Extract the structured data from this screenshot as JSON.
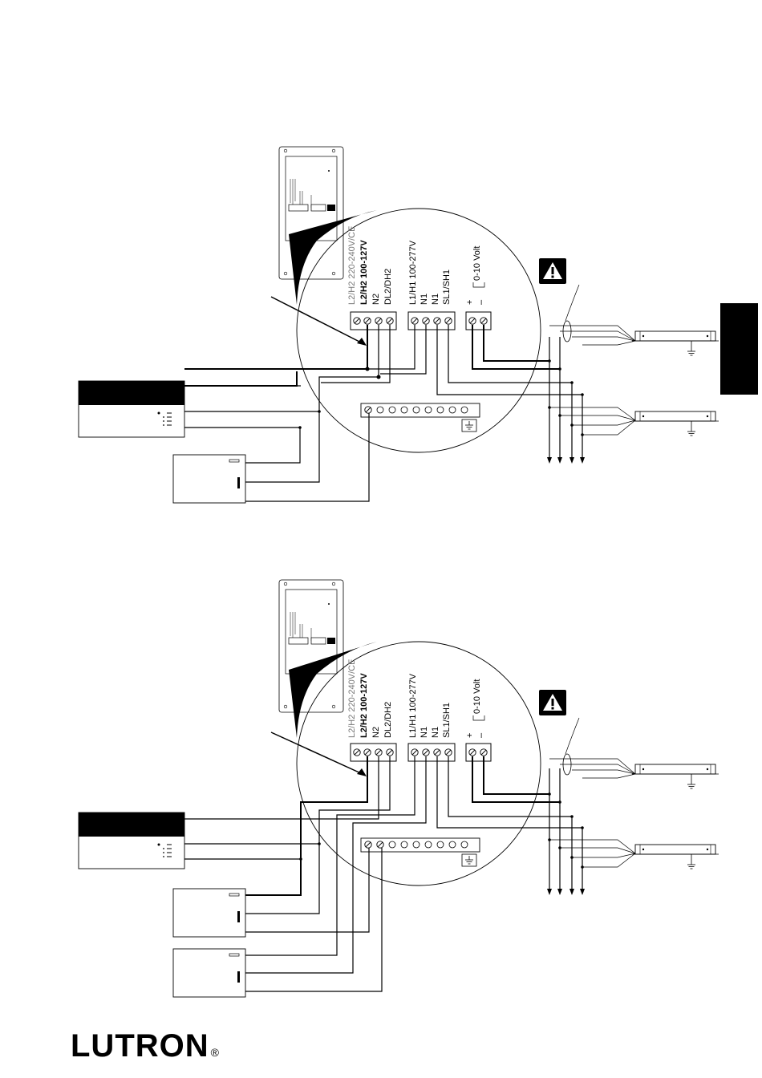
{
  "brand": {
    "name": "LUTRON",
    "mark": "®"
  },
  "terminal_labels": {
    "l2_h2_ce": "L2/H2 220-240V/CE",
    "l2_h2": "L2/H2 100-127V",
    "n2": "N2",
    "dl2_dh2": "DL2/DH2",
    "l1_h1": "L1/H1 100-277V",
    "n1a": "N1",
    "n1b": "N1",
    "sl1_sh1": "SL1/SH1",
    "volt": "0-10 Volt",
    "plus": "+",
    "minus": "–"
  },
  "icons": [
    "warning-icon",
    "ground-icon",
    "lutron-logo"
  ]
}
